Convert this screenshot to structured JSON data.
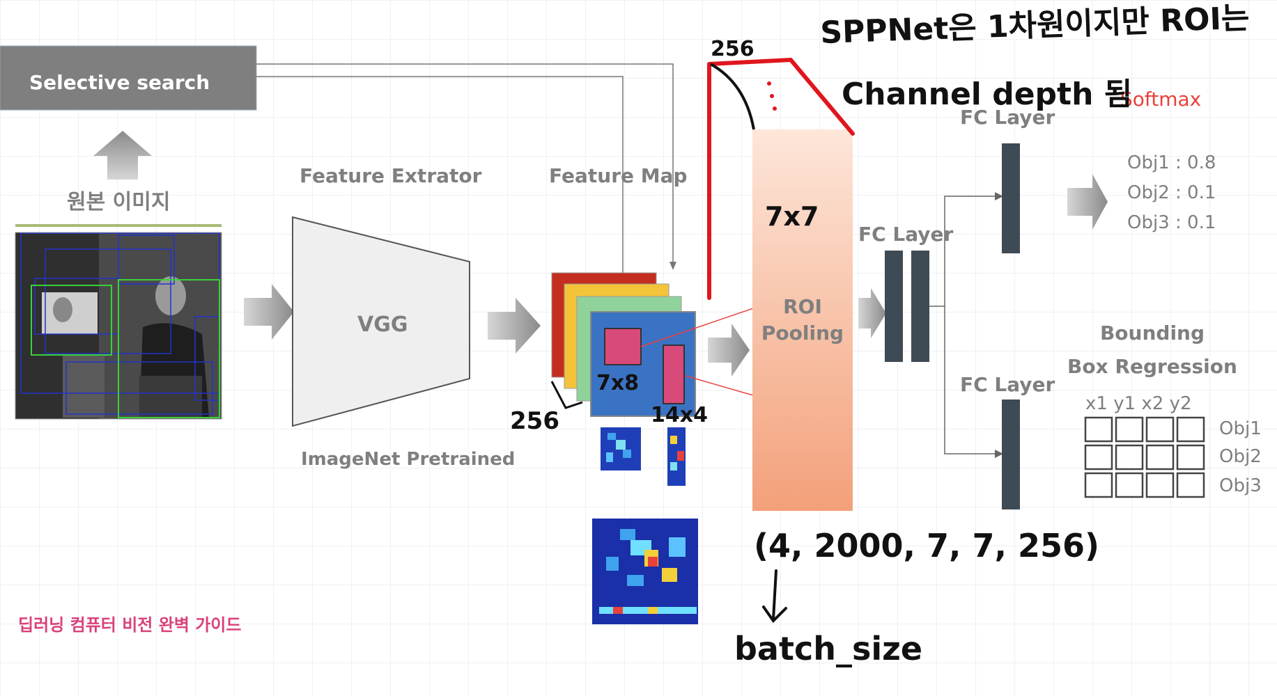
{
  "labels": {
    "selective_search": "Selective search",
    "original_image": "원본 이미지",
    "feature_extractor": "Feature Extrator",
    "vgg": "VGG",
    "imagenet": "ImageNet Pretrained",
    "feature_map": "Feature Map",
    "roi_pooling_1": "ROI",
    "roi_pooling_2": "Pooling",
    "fc_layer_mid": "FC Layer",
    "fc_layer_top": "FC Layer",
    "fc_layer_bottom": "FC Layer",
    "softmax": "Softmax",
    "bbox_1": "Bounding",
    "bbox_2": "Box Regression",
    "coords_header": "x1 y1 x2 y2",
    "footer": "딥러닝 컴퓨터 비전 완벽 가이드"
  },
  "softmax_outputs": [
    "Obj1 : 0.8",
    "Obj2 : 0.1",
    "Obj3 : 0.1"
  ],
  "bbox_rows": [
    "Obj1",
    "Obj2",
    "Obj3"
  ],
  "handwritten": {
    "note_line1": "SPPNet은 1차원이지만 ROI는",
    "note_line2": "Channel depth 됨",
    "depth_top": "256",
    "depth_left": "256",
    "size_7x7": "7x7",
    "roi_a": "7x8",
    "roi_b": "14x4",
    "shape": "(4, 2000, 7, 7, 256)",
    "batch": "batch_size"
  },
  "colors": {
    "gray_box": "#7f7f7f",
    "roi_top": "#fde2d4",
    "roi_bottom": "#f3a37f",
    "fc_bar": "#3e4a54",
    "softmax_red": "#e8413c",
    "footer_pink": "#d9417a",
    "red_marker": "#e0161e"
  }
}
